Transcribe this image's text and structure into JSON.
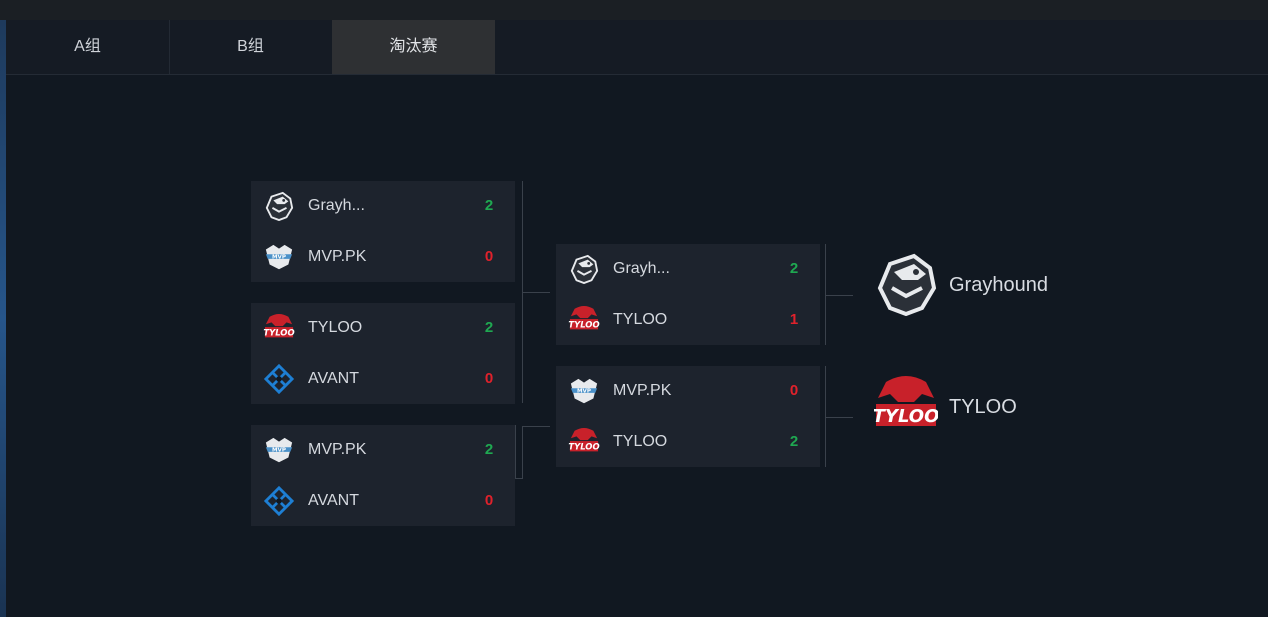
{
  "tabs": [
    {
      "label": "A组"
    },
    {
      "label": "B组"
    },
    {
      "label": "淘汰赛"
    }
  ],
  "active_tab": "淘汰赛",
  "colors": {
    "win": "#1fa851",
    "lose": "#e0212b",
    "accent_grayhound": "#ffffff",
    "accent_tyloo": "#d9262a",
    "accent_avant": "#1e7fd4"
  },
  "bracket": {
    "round1": [
      {
        "teams": [
          {
            "name": "Grayh...",
            "score": "2",
            "icon": "grayhound-icon"
          },
          {
            "name": "MVP.PK",
            "score": "0",
            "icon": "mvppk-icon"
          }
        ]
      },
      {
        "teams": [
          {
            "name": "TYLOO",
            "score": "2",
            "icon": "tyloo-icon"
          },
          {
            "name": "AVANT",
            "score": "0",
            "icon": "avant-icon"
          }
        ]
      },
      {
        "teams": [
          {
            "name": "MVP.PK",
            "score": "2",
            "icon": "mvppk-icon"
          },
          {
            "name": "AVANT",
            "score": "0",
            "icon": "avant-icon"
          }
        ]
      }
    ],
    "round2": [
      {
        "teams": [
          {
            "name": "Grayh...",
            "score": "2",
            "icon": "grayhound-icon"
          },
          {
            "name": "TYLOO",
            "score": "1",
            "icon": "tyloo-icon"
          }
        ]
      },
      {
        "teams": [
          {
            "name": "MVP.PK",
            "score": "0",
            "icon": "mvppk-icon"
          },
          {
            "name": "TYLOO",
            "score": "2",
            "icon": "tyloo-icon"
          }
        ]
      }
    ],
    "finalists": [
      {
        "name": "Grayhound",
        "icon": "grayhound-icon"
      },
      {
        "name": "TYLOO",
        "icon": "tyloo-icon"
      }
    ]
  }
}
